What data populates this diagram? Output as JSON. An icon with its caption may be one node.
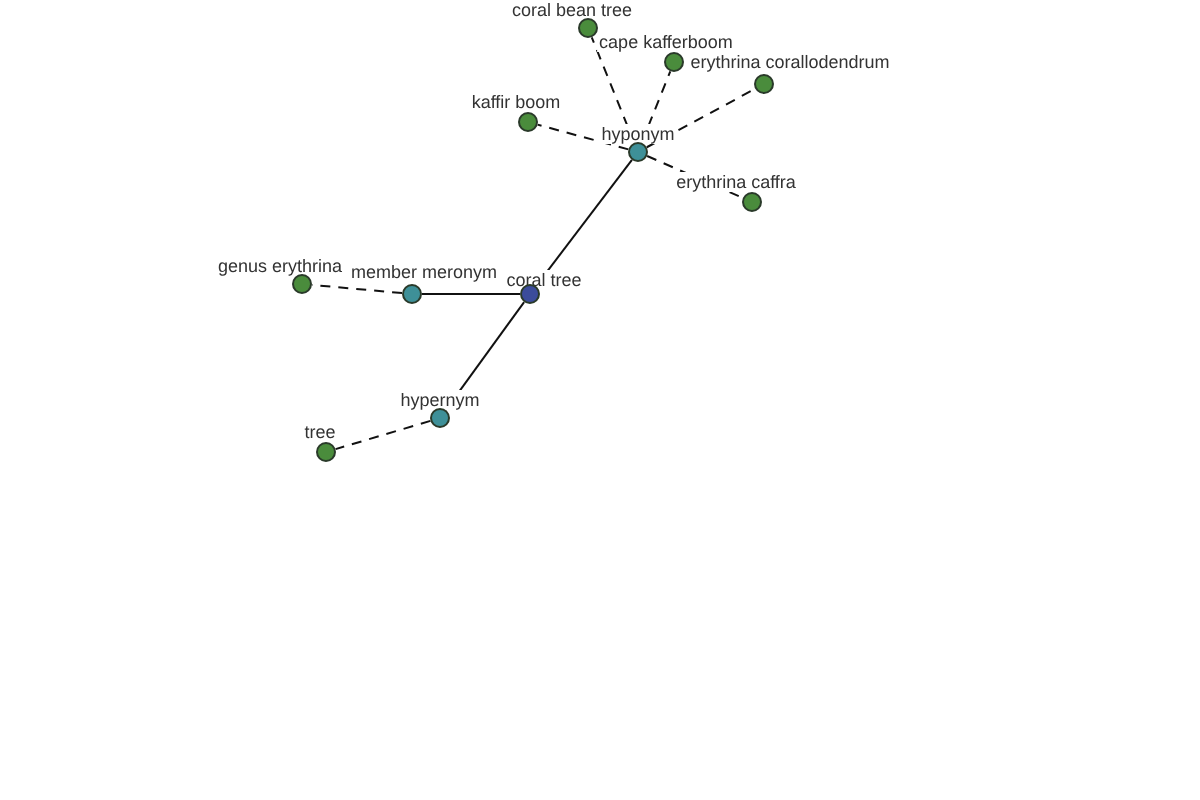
{
  "diagram": {
    "nodes": [
      {
        "text": [
          "coral tree"
        ]
      },
      {
        "text": [
          "member meronym"
        ]
      },
      {
        "text": [
          "hypernym"
        ]
      },
      {
        "text": [
          "hyponym"
        ]
      },
      {
        "text": [
          "genus erythrina"
        ]
      },
      {
        "text": [
          "tree"
        ]
      },
      {
        "text": [
          "coral bean tree"
        ]
      },
      {
        "text": [
          "cape kafferboom"
        ]
      },
      {
        "text": [
          "erythrina corallodendrum"
        ]
      },
      {
        "text": [
          "kaffir boom"
        ]
      },
      {
        "text": [
          "erythrina caffra"
        ]
      }
    ],
    "edges": [
      {
        "from": 0,
        "to": 1,
        "arrow": "none"
      },
      {
        "from": 0,
        "to": 2,
        "arrow": "none"
      },
      {
        "from": 0,
        "to": 3,
        "arrow": "none"
      },
      {
        "from": 1,
        "to": 4,
        "arrow": "none",
        "style": "dashed"
      },
      {
        "from": 2,
        "to": 5,
        "arrow": "none",
        "style": "dashed"
      },
      {
        "from": 3,
        "to": 6,
        "arrow": "none",
        "style": "dashed"
      },
      {
        "from": 3,
        "to": 7,
        "arrow": "none",
        "style": "dashed"
      },
      {
        "from": 3,
        "to": 8,
        "arrow": "none",
        "style": "dashed"
      },
      {
        "from": 3,
        "to": 9,
        "arrow": "none",
        "style": "dashed"
      },
      {
        "from": 3,
        "to": 10,
        "arrow": "none",
        "style": "dashed"
      }
    ]
  }
}
